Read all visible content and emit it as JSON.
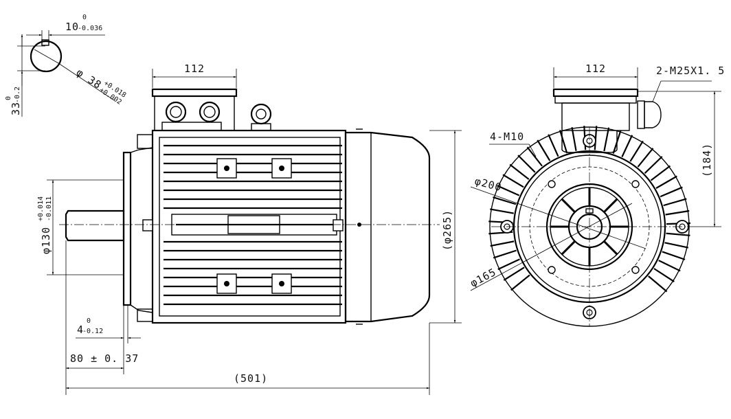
{
  "drawing": {
    "key_section": {
      "key_width": {
        "nominal": "10",
        "upper": "0",
        "lower": "-0.036"
      },
      "key_depth": {
        "nominal": "33",
        "upper": "0",
        "lower": "-0.2"
      },
      "shaft_diameter": {
        "nominal": "φ 38",
        "upper": "+0.018",
        "lower": "+0.002"
      }
    },
    "side_view": {
      "terminal_box_width": "112",
      "flange_spigot": {
        "nominal": "φ130",
        "upper": "+0.014",
        "lower": "-0.011"
      },
      "spigot_depth": {
        "nominal": "4",
        "upper": "0",
        "lower": "-0.12"
      },
      "shaft_length": "80 ± 0. 37",
      "overall_length": "(501)",
      "overall_height": "(φ265)"
    },
    "front_view": {
      "terminal_box_width": "112",
      "cable_gland": "2-M25X1. 5",
      "flange_holes": "4-M10",
      "pitch_circle": "φ200",
      "spigot_circle": "φ165",
      "shaft_height": "(184)"
    }
  }
}
